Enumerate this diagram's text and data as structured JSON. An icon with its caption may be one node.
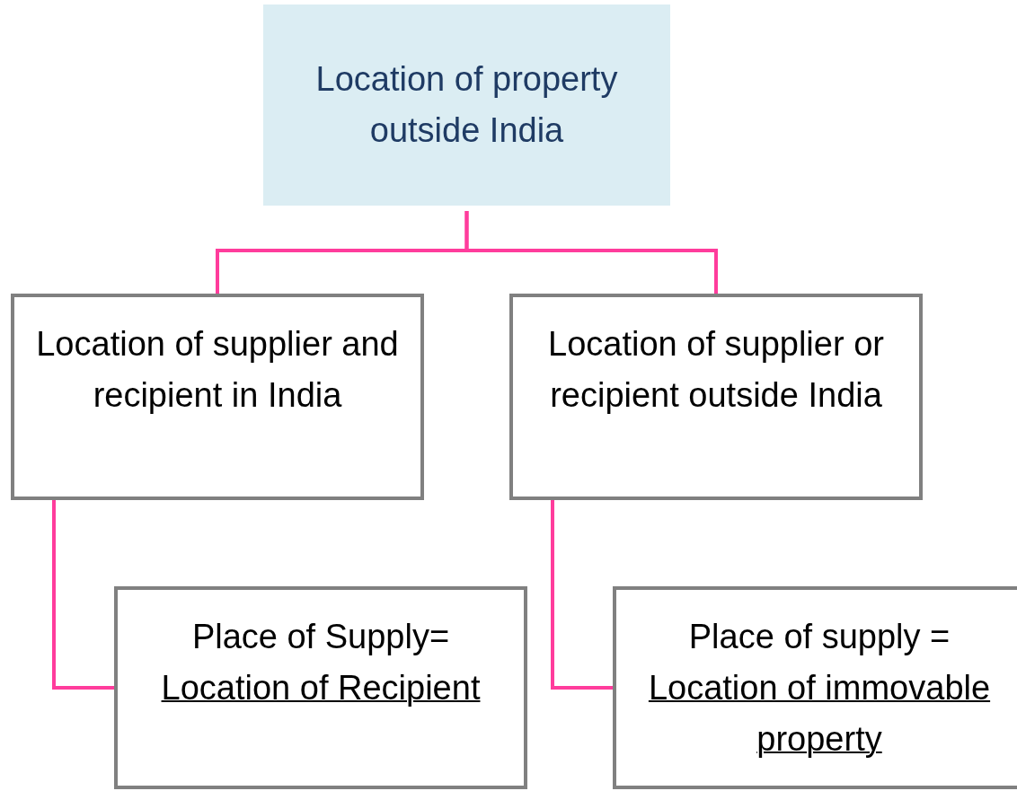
{
  "diagram": {
    "nodes": [
      {
        "text": [
          "Location of property outside India"
        ]
      },
      {
        "text": [
          "Location of supplier and recipient in India"
        ]
      },
      {
        "text": [
          "Location of supplier or recipient outside India"
        ]
      },
      {
        "text": [
          "Place of Supply=",
          "Location of Recipient"
        ]
      },
      {
        "text": [
          "Place of supply =",
          "Location of immovable property"
        ]
      }
    ],
    "edges": [
      {
        "from": 0,
        "to": 1,
        "arrow": "none"
      },
      {
        "from": 0,
        "to": 2,
        "arrow": "none"
      },
      {
        "from": 1,
        "to": 3,
        "arrow": "none"
      },
      {
        "from": 2,
        "to": 4,
        "arrow": "none"
      }
    ]
  }
}
